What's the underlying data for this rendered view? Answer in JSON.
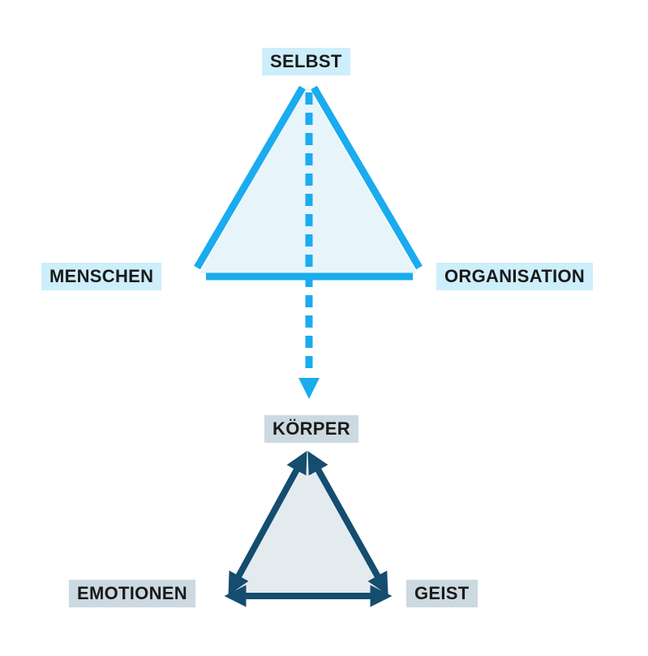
{
  "top_triangle": {
    "apex": "SELBST",
    "left": "MENSCHEN",
    "right": "ORGANISATION",
    "stroke_color": "#1aacef",
    "fill_color": "#e7f5fb",
    "label_bg": "#cdeefb"
  },
  "bottom_triangle": {
    "apex": "KÖRPER",
    "left": "EMOTIONEN",
    "right": "GEIST",
    "stroke_color": "#144d6f",
    "fill_color": "#e4ebef",
    "label_bg": "#ccd9e1"
  }
}
